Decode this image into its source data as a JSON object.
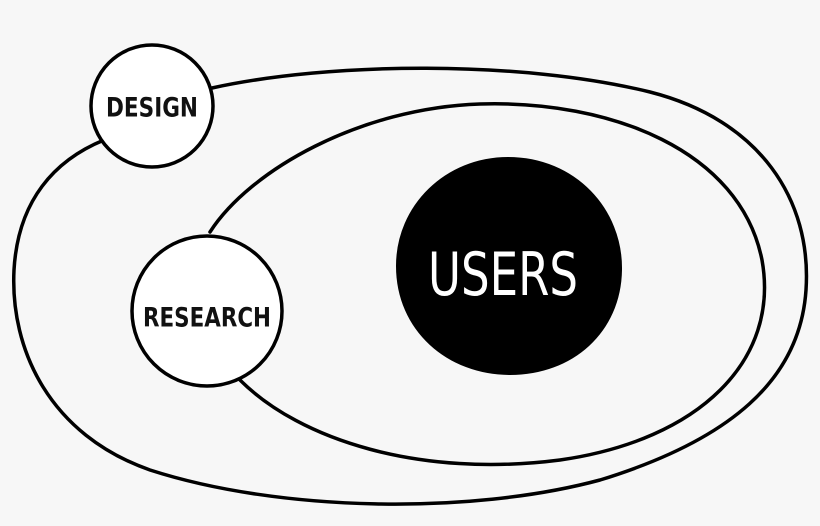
{
  "diagram": {
    "nodes": {
      "users": {
        "label": "USERS"
      },
      "research": {
        "label": "RESEARCH"
      },
      "design": {
        "label": "DESIGN"
      }
    },
    "colors": {
      "background": "#f7f7f7",
      "stroke": "#000000",
      "core_fill": "#000000",
      "core_text": "#ffffff",
      "bubble_fill": "#ffffff"
    }
  }
}
